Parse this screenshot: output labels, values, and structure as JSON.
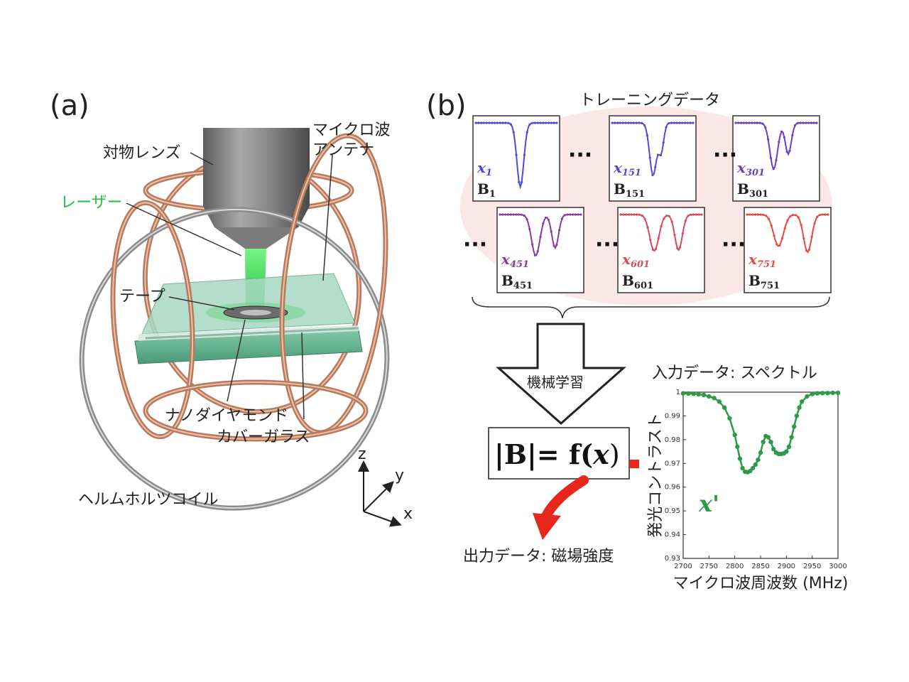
{
  "panel_a": {
    "label": "(a)",
    "labels": {
      "objective": "対物レンズ",
      "laser": "レーザー",
      "antenna_line1": "マイクロ波",
      "antenna_line2": "アンテナ",
      "tape": "テープ",
      "nanodiamond": "ナノダイヤモンド",
      "coverglass": "カバーガラス",
      "coil": "ヘルムホルツコイル"
    },
    "axes": {
      "z": "z",
      "y": "y",
      "x": "x"
    }
  },
  "panel_b": {
    "label": "(b)",
    "training_title": "トレーニングデータ",
    "ellipsis": "···",
    "spectra": [
      {
        "x_sub": "1",
        "b_sub": "1",
        "color": "#4a4ae0",
        "dip2": 0.0
      },
      {
        "x_sub": "151",
        "b_sub": "151",
        "color": "#5a46d8",
        "dip2": 0.25
      },
      {
        "x_sub": "301",
        "b_sub": "301",
        "color": "#6a3fc0",
        "dip2": 0.45
      },
      {
        "x_sub": "451",
        "b_sub": "451",
        "color": "#8a3aa0",
        "dip2": 0.6
      },
      {
        "x_sub": "601",
        "b_sub": "601",
        "color": "#d84a5a",
        "dip2": 0.75
      },
      {
        "x_sub": "751",
        "b_sub": "751",
        "color": "#e84a40",
        "dip2": 0.9
      }
    ],
    "ml_label": "機械学習",
    "formula": {
      "left": "|B|= f(",
      "var": "x",
      "right": ")"
    },
    "output_label": "出力データ: 磁場強度",
    "input_label": "入力データ: スペクトル",
    "colors": {
      "spectrum": "#2e9a4a",
      "arrow_red": "#e8261c",
      "laser": "#22dd44",
      "copper": "#b97a5c"
    }
  },
  "chart_data": {
    "type": "scatter",
    "title": "入力データ: スペクトル",
    "xlabel": "マイクロ波周波数 (MHz)",
    "ylabel": "発光コントラスト",
    "xlim": [
      2700,
      3000
    ],
    "ylim": [
      0.93,
      1.0
    ],
    "xticks": [
      "2700",
      "2750",
      "2800",
      "2850",
      "2900",
      "2950",
      "3000"
    ],
    "yticks": [
      "0.93",
      "0.94",
      "0.95",
      "0.96",
      "0.97",
      "0.98",
      "0.99",
      "1"
    ],
    "annotation": "x'",
    "series": [
      {
        "x": [
          2700,
          2710,
          2720,
          2730,
          2740,
          2750,
          2760,
          2770,
          2780,
          2790,
          2800,
          2805,
          2810,
          2815,
          2820,
          2825,
          2830,
          2835,
          2840,
          2845,
          2850,
          2855,
          2860,
          2865,
          2870,
          2875,
          2880,
          2885,
          2890,
          2895,
          2900,
          2905,
          2910,
          2915,
          2920,
          2925,
          2930,
          2940,
          2950,
          2960,
          2970,
          2980,
          2990,
          3000
        ],
        "y": [
          0.9995,
          0.9994,
          0.9993,
          0.9991,
          0.9988,
          0.9982,
          0.9975,
          0.996,
          0.9935,
          0.989,
          0.982,
          0.977,
          0.972,
          0.968,
          0.9665,
          0.9663,
          0.9668,
          0.968,
          0.9695,
          0.9715,
          0.9745,
          0.979,
          0.9815,
          0.981,
          0.979,
          0.976,
          0.9745,
          0.974,
          0.974,
          0.9742,
          0.975,
          0.977,
          0.981,
          0.9855,
          0.99,
          0.9935,
          0.996,
          0.9982,
          0.9992,
          0.9995,
          0.9996,
          0.9996,
          0.9997,
          0.9997
        ]
      }
    ]
  }
}
